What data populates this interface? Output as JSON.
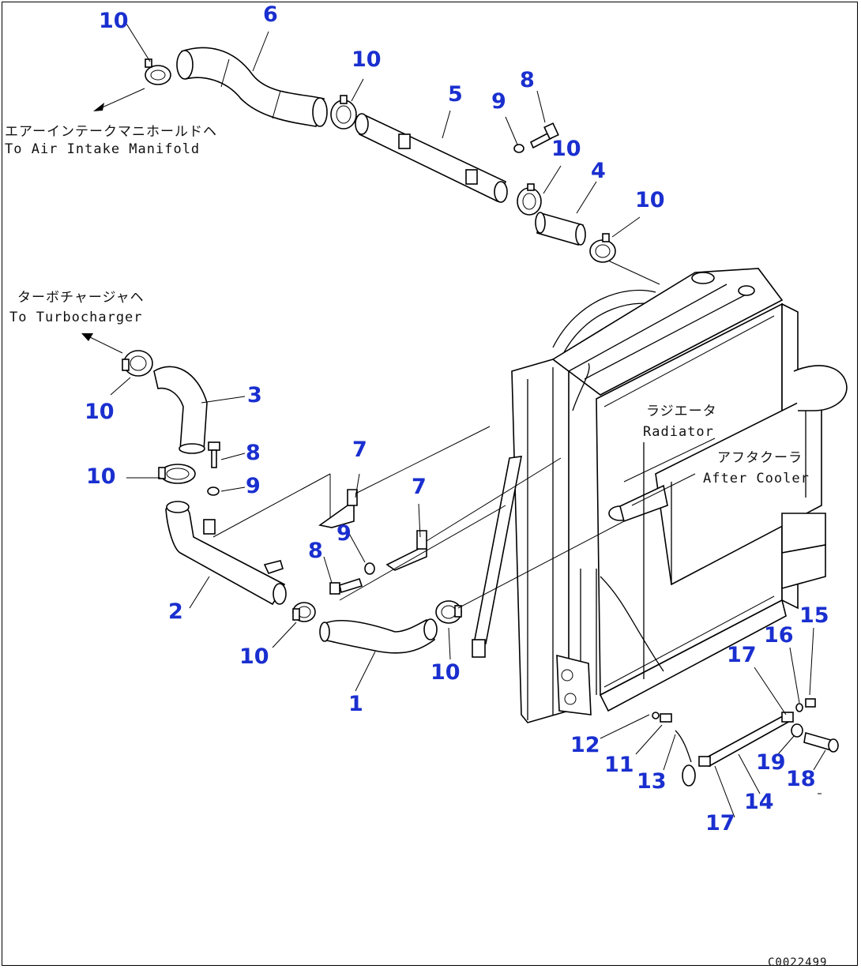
{
  "labels": {
    "air_intake_jp": "エアーインテークマニホールドヘ",
    "air_intake_en": "To Air Intake Manifold",
    "turbo_jp": "ターボチャージャヘ",
    "turbo_en": "To Turbocharger",
    "radiator_jp": "ラジエータ",
    "radiator_en": "Radiator",
    "aftercooler_jp": "アフタクーラ",
    "aftercooler_en": "After Cooler"
  },
  "drawing_code": "C0022499",
  "part_numbers": {
    "p1": "1",
    "p2": "2",
    "p3": "3",
    "p4": "4",
    "p5": "5",
    "p6": "6",
    "p7a": "7",
    "p7b": "7",
    "p8a": "8",
    "p8b": "8",
    "p8c": "8",
    "p9a": "9",
    "p9b": "9",
    "p9c": "9",
    "p10a": "10",
    "p10b": "10",
    "p10c": "10",
    "p10d": "10",
    "p10e": "10",
    "p10f": "10",
    "p10g": "10",
    "p10h": "10",
    "p11": "11",
    "p12": "12",
    "p13": "13",
    "p14": "14",
    "p15": "15",
    "p16": "16",
    "p17a": "17",
    "p17b": "17",
    "p18": "18",
    "p19": "19"
  },
  "colors": {
    "callout": "#1a2fcf",
    "line": "#000000"
  }
}
